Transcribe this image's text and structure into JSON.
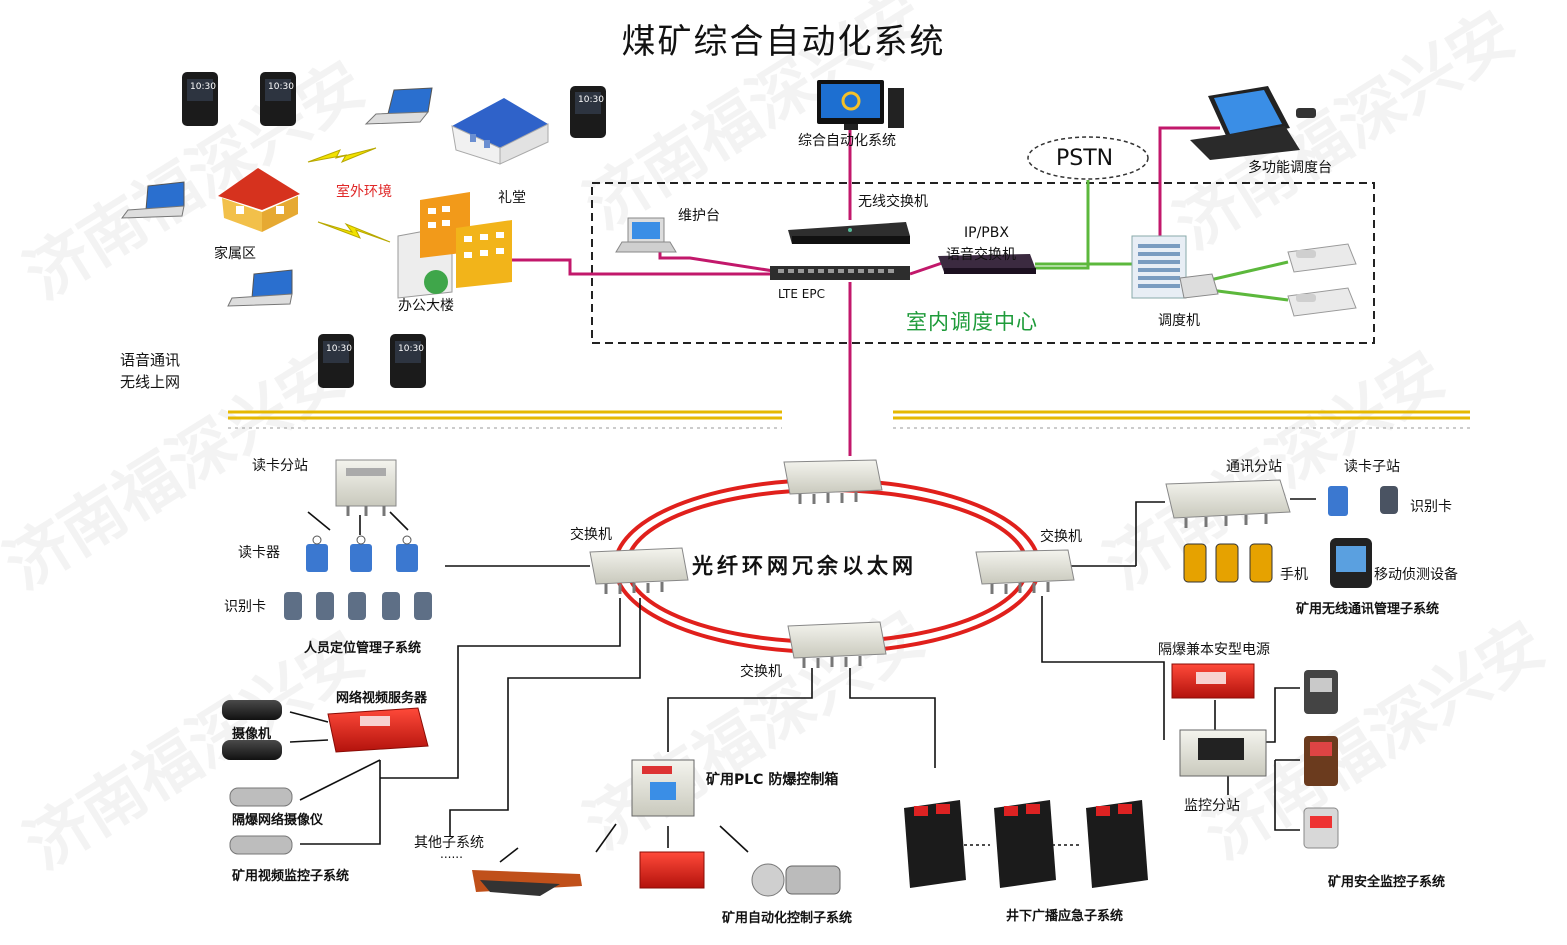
{
  "title": "煤矿综合自动化系统",
  "watermark": "济南福深兴安",
  "labels": {
    "automation_system": "综合自动化系统",
    "multi_console": "多功能调度台",
    "pstn": "PSTN",
    "wireless_switch": "无线交换机",
    "maintenance": "维护台",
    "ip_pbx_1": "IP/PBX",
    "ip_pbx_2": "语音交换机",
    "lte_epc": "LTE EPC",
    "dispatch_center": "室内调度中心",
    "dispatcher": "调度机",
    "outdoor_env": "室外环境",
    "hall": "礼堂",
    "family_area": "家属区",
    "office_building": "办公大楼",
    "voice_1": "语音通讯",
    "voice_2": "无线上网",
    "ring": "光纤环网冗余以太网",
    "switch_left": "交换机",
    "switch_right": "交换机",
    "switch_bottom": "交换机",
    "card_substation": "读卡分站",
    "card_reader": "读卡器",
    "id_card_left": "识别卡",
    "personnel_system": "人员定位管理子系统",
    "comm_substation": "通讯分站",
    "card_sub": "读卡子站",
    "id_card_right": "识别卡",
    "phone": "手机",
    "mobile_detect": "移动侦测设备",
    "wireless_system": "矿用无线通讯管理子系统",
    "video_server": "网络视频服务器",
    "camera": "摄像机",
    "explosion_camera": "隔爆网络摄像仪",
    "video_system": "矿用视频监控子系统",
    "other_sub": "其他子系统",
    "dots": "......",
    "plc": "矿用PLC 防爆控制箱",
    "auto_system": "矿用自动化控制子系统",
    "broadcast_system": "井下广播应急子系统",
    "power_supply": "隔爆兼本安型电源",
    "monitor_station": "监控分站",
    "safety_system": "矿用安全监控子系统"
  },
  "screens": {
    "handset_time": "10:30"
  },
  "colors": {
    "ring_red": "#e0201c",
    "link_magenta": "#c2186b",
    "link_green": "#5cb83c",
    "ground": "#e6b800",
    "center_green": "#1e9b3a",
    "outdoor_red": "#e02828"
  }
}
